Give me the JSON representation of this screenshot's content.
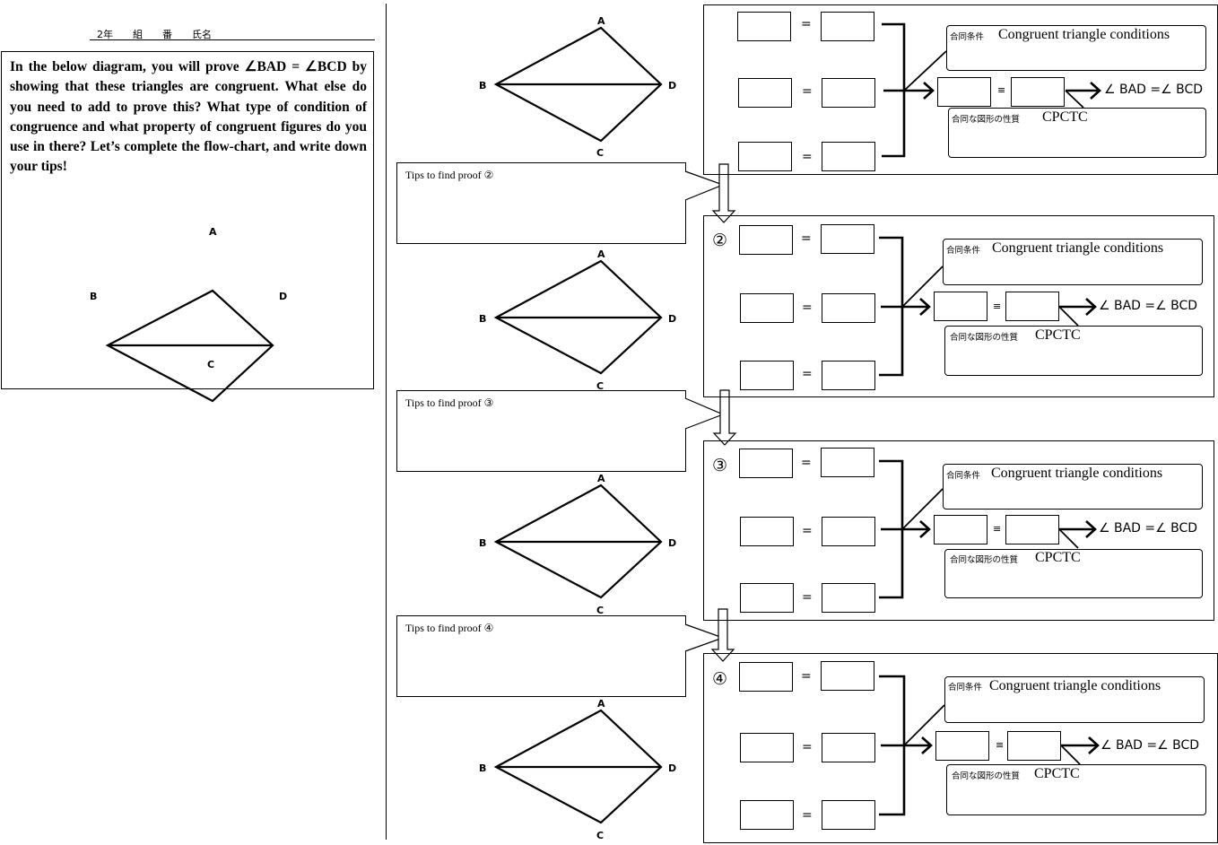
{
  "header": {
    "text": "2年　　組　　番　　氏名"
  },
  "instructions": {
    "text": "In the below diagram, you will prove ∠BAD = ∠BCD by showing that these triangles are congruent. What else do you need to add to prove this? What type of condition of congruence and what property of congruent figures do you use in there? Let’s complete the flow-chart, and write down your tips!"
  },
  "diagram_labels": {
    "a": "A",
    "b": "B",
    "c": "C",
    "d": "D"
  },
  "flowchart": {
    "condition_jp": "合同条件",
    "condition_en": "Congruent triangle conditions",
    "property_jp": "合同な図形の性質",
    "property_en": "CPCTC",
    "equals": "=",
    "congruent": "≡",
    "conclusion": "∠ BAD =∠ BCD"
  },
  "tips": [
    {
      "label": "Tips to find proof ②"
    },
    {
      "label": "Tips to find proof ③"
    },
    {
      "label": "Tips to find proof ④"
    }
  ],
  "proofs": [
    {
      "number": ""
    },
    {
      "number": "②"
    },
    {
      "number": "③"
    },
    {
      "number": "④"
    }
  ]
}
